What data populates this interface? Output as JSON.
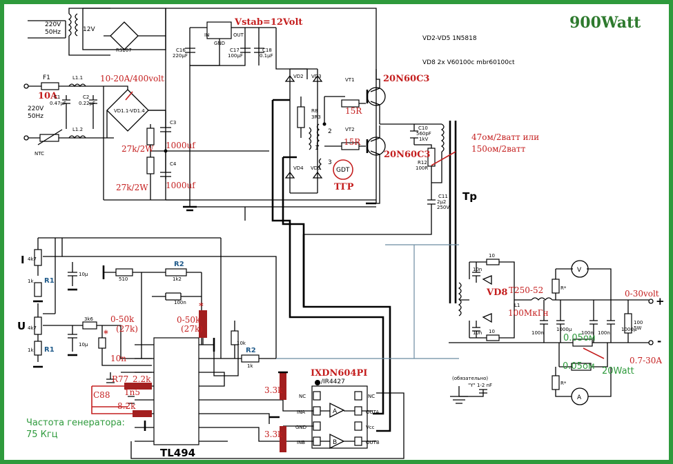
{
  "title": "900Watt",
  "notes": {
    "vd_2_5": "VD2-VD5 1N5818",
    "vd8": "VD8 2x V60100c mbr60100ct",
    "vstab": "Vstab=12Volt"
  },
  "mains": {
    "top_voltage": "220V",
    "top_freq": "50Hz",
    "aux_transformer": "12V",
    "rectifier": "RS107",
    "input_voltage": "220V",
    "input_freq": "50Hz",
    "fuse": "F1",
    "fuse_rating": "10A",
    "ntc": "NTC",
    "l11": "L1.1",
    "l12": "L1.2",
    "c1": "C1",
    "c1_val": "0.47µF",
    "c2": "C2",
    "c2_val": "0.22µF",
    "bridge_rating": "10-20A/400volt",
    "bridge": "VD1.1-VD1.4"
  },
  "regulator": {
    "in": "IN",
    "out": "OUT",
    "gnd": "GND",
    "c16": "C16",
    "c16_val": "220µF",
    "c17": "C17",
    "c17_val": "100µF",
    "c18": "C18",
    "c18_val": "0.1µF"
  },
  "bus": {
    "c3": "C3",
    "c3_val": "1000uf",
    "c4": "C4",
    "c4_val": "1000uf",
    "r_top": "27k/2W",
    "r_bot": "27k/2W"
  },
  "half_bridge": {
    "vt1": "VT1",
    "vt1_part": "20N60C3",
    "vt2": "VT2",
    "vt2_part": "20N60C3",
    "r_g1": "15R",
    "r_g2": "15R",
    "r8": "R8",
    "r8_val": "3R3",
    "vd2": "VD2",
    "vd3": "VD3",
    "vd4": "VD4",
    "vd5": "VD5",
    "gdt": "GDT",
    "tgr": "ТГР",
    "w1": "1",
    "w2": "2",
    "w3": "3",
    "c10": "C10",
    "c10_val": "560pF",
    "c10_v": "1kV",
    "r12": "R12",
    "r12_val": "100R",
    "snubber_note_1": "47ом/2ватт или",
    "snubber_note_2": "150ом/2ватт",
    "c11": "C11",
    "c11_val": "2µ2",
    "c11_v": "250V",
    "tp": "Тр"
  },
  "control": {
    "i_label": "I",
    "u_label": "U",
    "r1_a": "R1",
    "r1_b": "R1",
    "pot_i": "4k7",
    "pot_u": "4k7",
    "r1k_a": "1k",
    "r1k_b": "1k",
    "c10u_a": "10µ",
    "c10u_b": "10µ",
    "r510": "510",
    "r2_top": "R2",
    "r2_top_val": "1k2",
    "c100n": "100n",
    "r3k6": "3k6",
    "adj1": "0-50k",
    "adj1_b": "(27k)",
    "adj2": "0-50k",
    "adj2_b": "(27k)",
    "c10n": "10n",
    "r77": "R77",
    "r77_val": "2.2k",
    "c88": "C88",
    "c88_val": "1n5",
    "r82": "8.2k",
    "r10k": "10k",
    "r2_bot": "R2",
    "r2_bot_val": "1k",
    "freq_1": "Частота генератора:",
    "freq_2": "75 Кгц",
    "tl494": "TL494",
    "star": "*"
  },
  "driver": {
    "chip_1": "IXDN604PI",
    "chip_2": "/IR4427",
    "r33_a": "3.3k",
    "r33_b": "3.3k",
    "nc1": "NC",
    "nc2": "NC",
    "ina": "INA",
    "inb": "INB",
    "gnd": "GND",
    "outa": "OUTA",
    "outb": "OUTB",
    "vcc": "Vcc",
    "gate_a": "A",
    "gate_b": "B"
  },
  "output": {
    "c10n_a": "10n",
    "c10n_b": "10n",
    "r10_a": "10",
    "r10_b": "10",
    "vd8": "VD8",
    "choke": "T250-52",
    "choke_l": "L1",
    "choke_val": "100МкГн",
    "c100n_a": "100n",
    "c100n_b": "100n",
    "c100n_c": "100n",
    "c1000_a": "1000µ",
    "c1000_b": "1000µ",
    "r100_5w": "100",
    "r100_5w_b": "5W",
    "rstar_a": "R*",
    "rstar_b": "R*",
    "meter_v": "V",
    "meter_a": "A",
    "shunt_a": "0.05ом",
    "shunt_b": "0.05ом",
    "shunt_power": "20Watt",
    "voltage_range": "0-30volt",
    "current_range": "0.7-30A",
    "plus": "+",
    "minus": "-",
    "oblig": "(обязательно)",
    "y_cap": "\"Y\" 1-2 nF"
  }
}
